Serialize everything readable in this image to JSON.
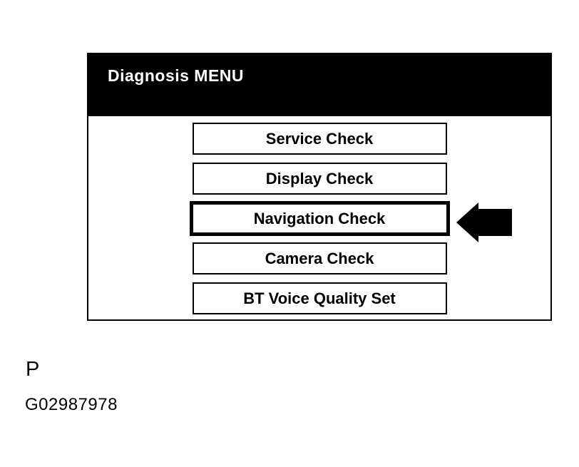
{
  "screen": {
    "title": "Diagnosis MENU",
    "menu_items": [
      {
        "label": "Service Check",
        "selected": false
      },
      {
        "label": "Display Check",
        "selected": false
      },
      {
        "label": "Navigation Check",
        "selected": true
      },
      {
        "label": "Camera Check",
        "selected": false
      },
      {
        "label": "BT Voice Quality Set",
        "selected": false
      }
    ],
    "annotation": {
      "icon": "left-arrow-icon",
      "points_to": "Navigation Check"
    }
  },
  "figure": {
    "page_letter": "P",
    "figure_code": "G02987978"
  },
  "colors": {
    "page_bg": "#ffffff",
    "header_bg": "#000000",
    "header_text": "#ffffff",
    "button_bg": "#ffffff",
    "button_border": "#000000",
    "button_text": "#000000",
    "arrow": "#000000"
  }
}
